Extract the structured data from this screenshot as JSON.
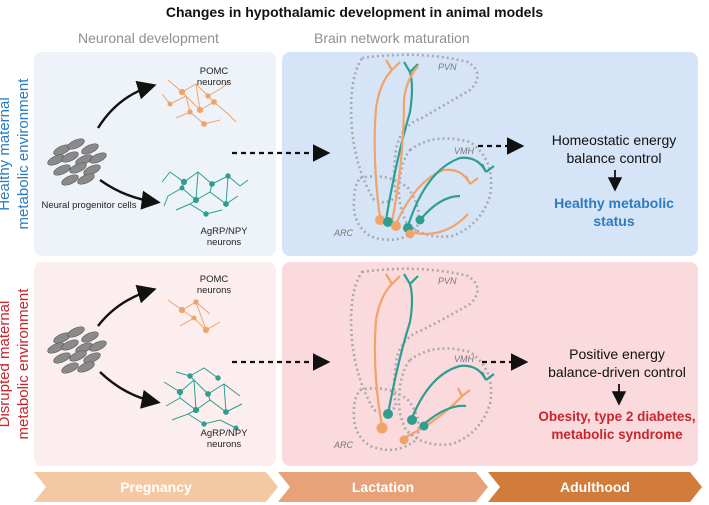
{
  "title": "Changes in hypothalamic development in animal models",
  "columns": {
    "left": "Neuronal development",
    "right": "Brain network maturation"
  },
  "rows": {
    "healthy": {
      "label_line1": "Healthy maternal",
      "label_line2": "metabolic environment",
      "pomc": "POMC neurons",
      "agrp": "AgRP/NPY neurons",
      "progenitor": "Neural progenitor cells",
      "outcome_line1": "Homeostatic energy",
      "outcome_line2": "balance control",
      "status_line1": "Healthy metabolic",
      "status_line2": "status"
    },
    "disrupted": {
      "label_line1": "Disrupted maternal",
      "label_line2": "metabolic environment",
      "pomc": "POMC neurons",
      "agrp": "AgRP/NPY neurons",
      "outcome_line1": "Positive energy",
      "outcome_line2": "balance-driven control",
      "status_line1": "Obesity, type 2 diabetes,",
      "status_line2": "metabolic syndrome"
    }
  },
  "regions": {
    "pvn": "PVN",
    "vmh": "VMH",
    "arc": "ARC"
  },
  "stages": [
    "Pregnancy",
    "Lactation",
    "Adulthood"
  ],
  "colors": {
    "pomc": "#f0a46a",
    "agrp": "#2f9e91",
    "healthy": "#2c7bbf",
    "disrupted": "#c8262c",
    "panel_healthy_left": "#eef3fa",
    "panel_healthy_right": "#d6e4f8",
    "panel_disrupted_left": "#fceeee",
    "panel_disrupted_right": "#fadadd",
    "stage1": "#f5c8a4",
    "stage2": "#e8a27a",
    "stage3": "#d27c3c"
  }
}
